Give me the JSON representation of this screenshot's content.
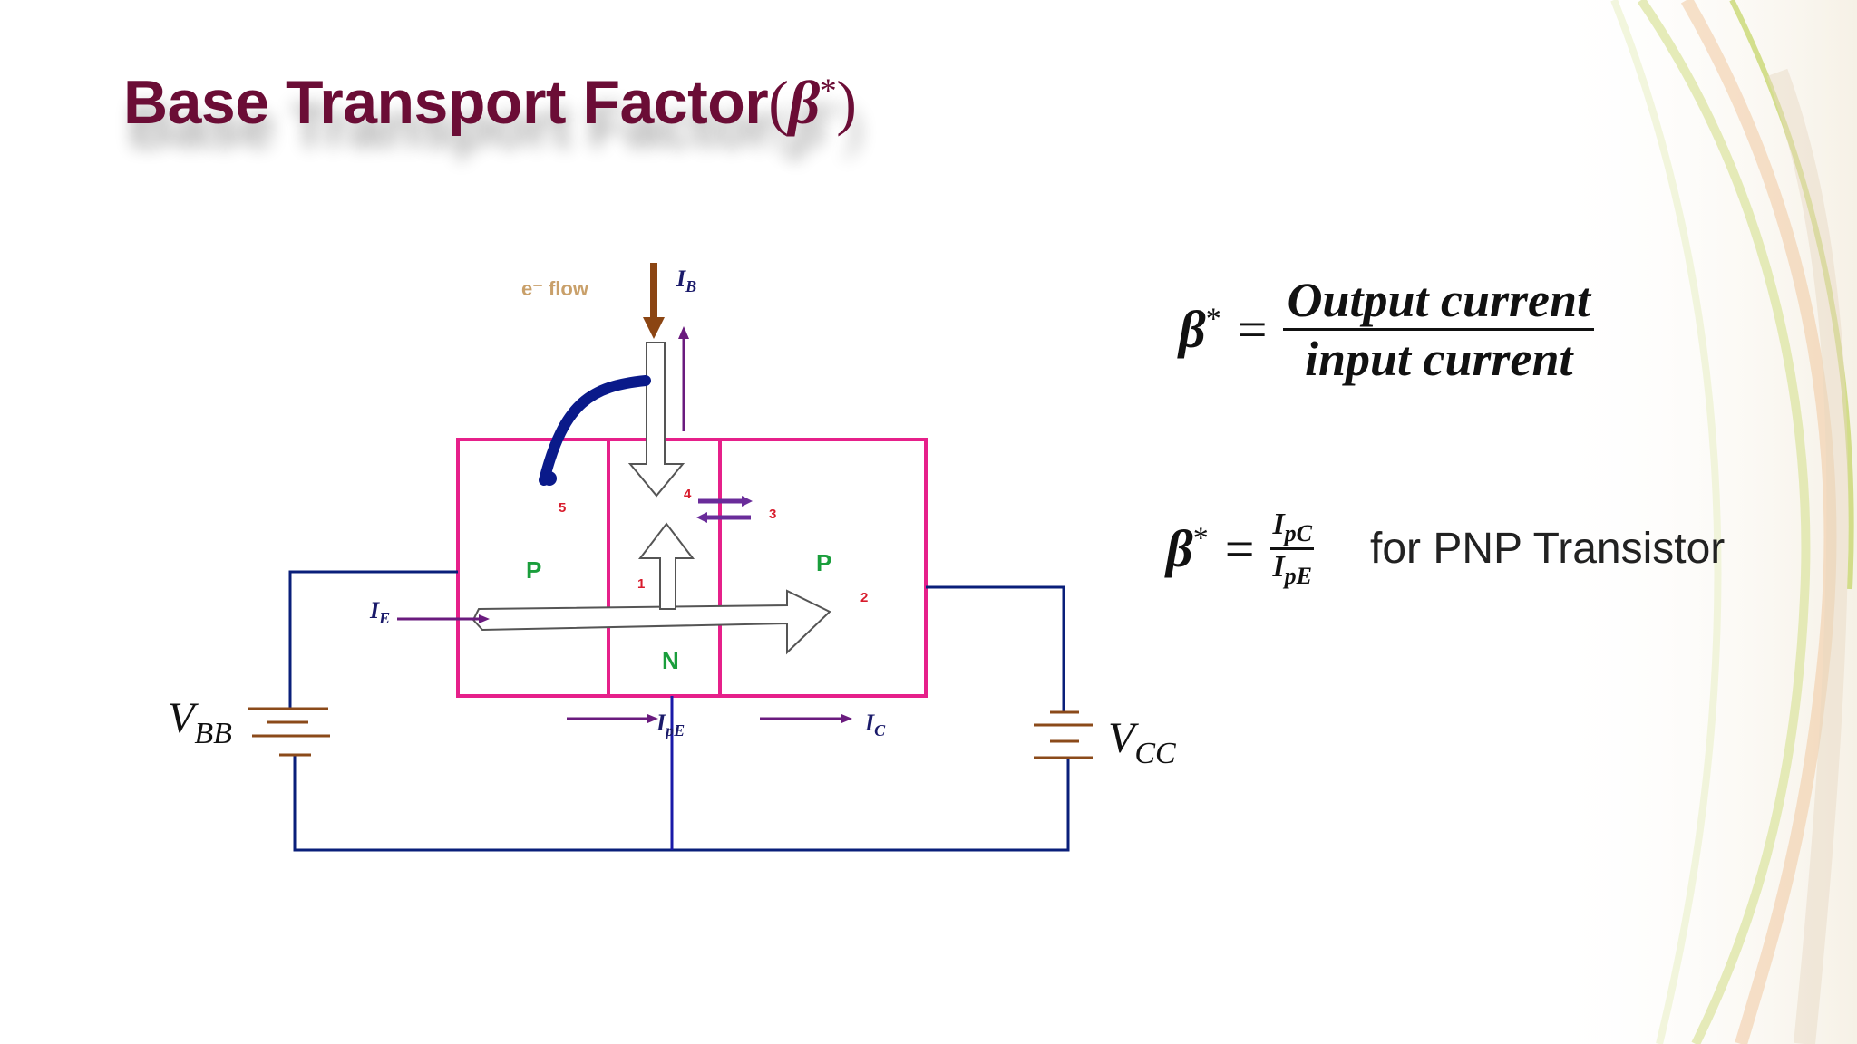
{
  "title": {
    "text": "Base Transport Factor",
    "symbol": "β",
    "sup": "*"
  },
  "diagram": {
    "e_flow": "e⁻ flow",
    "I_B": {
      "main": "I",
      "sub": "B"
    },
    "I_E": {
      "main": "I",
      "sub": "E"
    },
    "I_pE": {
      "main": "I",
      "sub": "pE"
    },
    "I_C": {
      "main": "I",
      "sub": "C"
    },
    "V_BB": {
      "main": "V",
      "sub": "BB"
    },
    "V_CC": {
      "main": "V",
      "sub": "CC"
    },
    "regions": {
      "emitter": "P",
      "base": "N",
      "collector": "P"
    },
    "markers": [
      "1",
      "2",
      "3",
      "4",
      "5"
    ]
  },
  "equation1": {
    "lhs": "β",
    "lhs_sup": "*",
    "equals": "=",
    "numerator": "Output  current",
    "denominator": "input current"
  },
  "equation2": {
    "lhs": "β",
    "lhs_sup": "*",
    "equals": "=",
    "numerator": {
      "main": "I",
      "sub": "pC"
    },
    "denominator": {
      "main": "I",
      "sub": "pE"
    },
    "note": "for PNP Transistor"
  },
  "colors": {
    "title": "#6b0d36",
    "box": "#e6208a",
    "wire": "#0a1f7a",
    "base_wire": "#1a1aa8",
    "arrow": "#6a1b7e",
    "region": "#1a9e3c",
    "marker": "#d81b2c",
    "eflow_label": "#c9a06a",
    "eflow_arrow": "#8b4513"
  }
}
